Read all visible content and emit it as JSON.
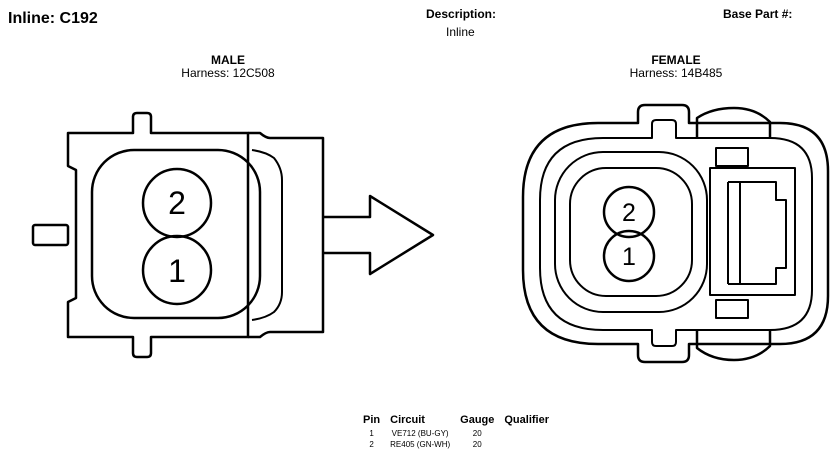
{
  "header": {
    "connector_title": "Inline: C192",
    "description_label": "Description:",
    "description_value": "Inline",
    "base_part_label": "Base Part #:"
  },
  "male": {
    "title": "MALE",
    "harness": "Harness: 12C508",
    "pins": [
      "2",
      "1"
    ]
  },
  "female": {
    "title": "FEMALE",
    "harness": "Harness: 14B485",
    "pins": [
      "2",
      "1"
    ]
  },
  "pin_table": {
    "headers": [
      "Pin",
      "Circuit",
      "Gauge",
      "Qualifier"
    ],
    "rows": [
      {
        "pin": "1",
        "circuit": "VE712 (BU-GY)",
        "gauge": "20",
        "qualifier": ""
      },
      {
        "pin": "2",
        "circuit": "RE405 (GN-WH)",
        "gauge": "20",
        "qualifier": ""
      }
    ]
  }
}
